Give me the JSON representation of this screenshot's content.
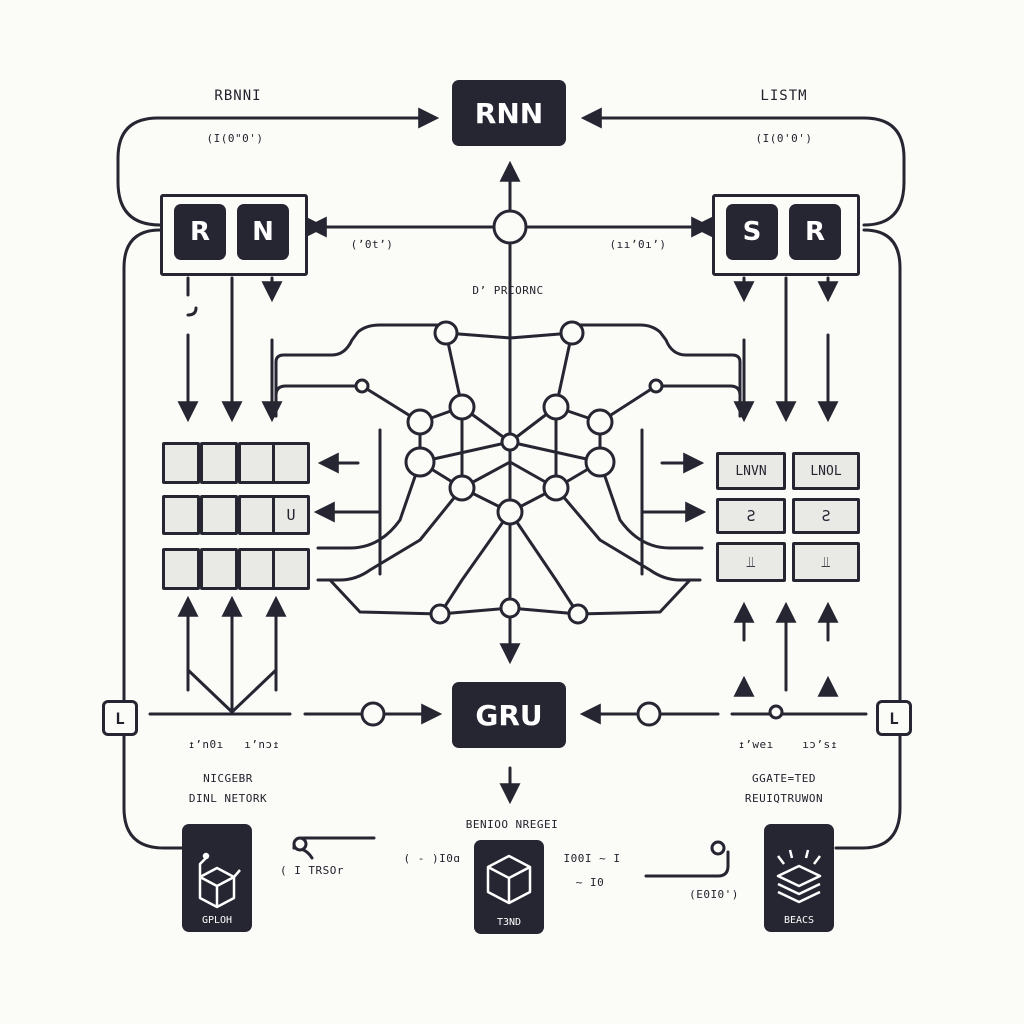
{
  "top": {
    "left_label": "RBNNI",
    "left_sub": "(I(0\"0')",
    "right_label": "LISTM",
    "right_sub": "(I(0'0')",
    "center_box": "RNN"
  },
  "left_unit": {
    "cells": [
      "R",
      "N"
    ],
    "edge_label": "(ʼ0tʼ)",
    "grid": [
      "",
      "",
      "",
      "",
      "",
      "U",
      "",
      "",
      ""
    ]
  },
  "right_unit": {
    "cells": [
      "S",
      "R"
    ],
    "edge_label": "(ııʼ0ıʼ)",
    "grid": [
      "LNVN",
      "LNOL",
      "Ƨ",
      "Ƨ",
      "⫫",
      "⫫"
    ]
  },
  "center_caption": "D’ PRCORNC",
  "gru": {
    "box": "GRU",
    "left_bracket": "L",
    "right_bracket": "L",
    "left_io_a": "↥’n0ı",
    "left_io_b": "ı’nɔ↥",
    "right_io_a": "↥’weı",
    "right_io_b": "ıɔ’s↥"
  },
  "left_caption": {
    "line1": "NICGEBR",
    "line2": "DINL NETORK"
  },
  "right_caption": {
    "line1": "GGATE=TED",
    "line2": "REUIQTRUWON"
  },
  "bottom": {
    "caption": "BENIOO NREGEI",
    "left_tile": "GPLOH",
    "mid_tile": "T3ND",
    "right_tile": "BEACS",
    "left_wire_label": "( I TRSOr",
    "mid_left_label": "( - )I0ɑ",
    "mid_right_a": "I00I ~ I",
    "mid_right_b": "~ I0",
    "right_wire_label": "(E0I0')"
  },
  "colors": {
    "ink": "#262633",
    "paper": "#fbfbf7",
    "cell": "#e9e9e6"
  },
  "icons": [
    "cube-icon",
    "layers-icon"
  ]
}
